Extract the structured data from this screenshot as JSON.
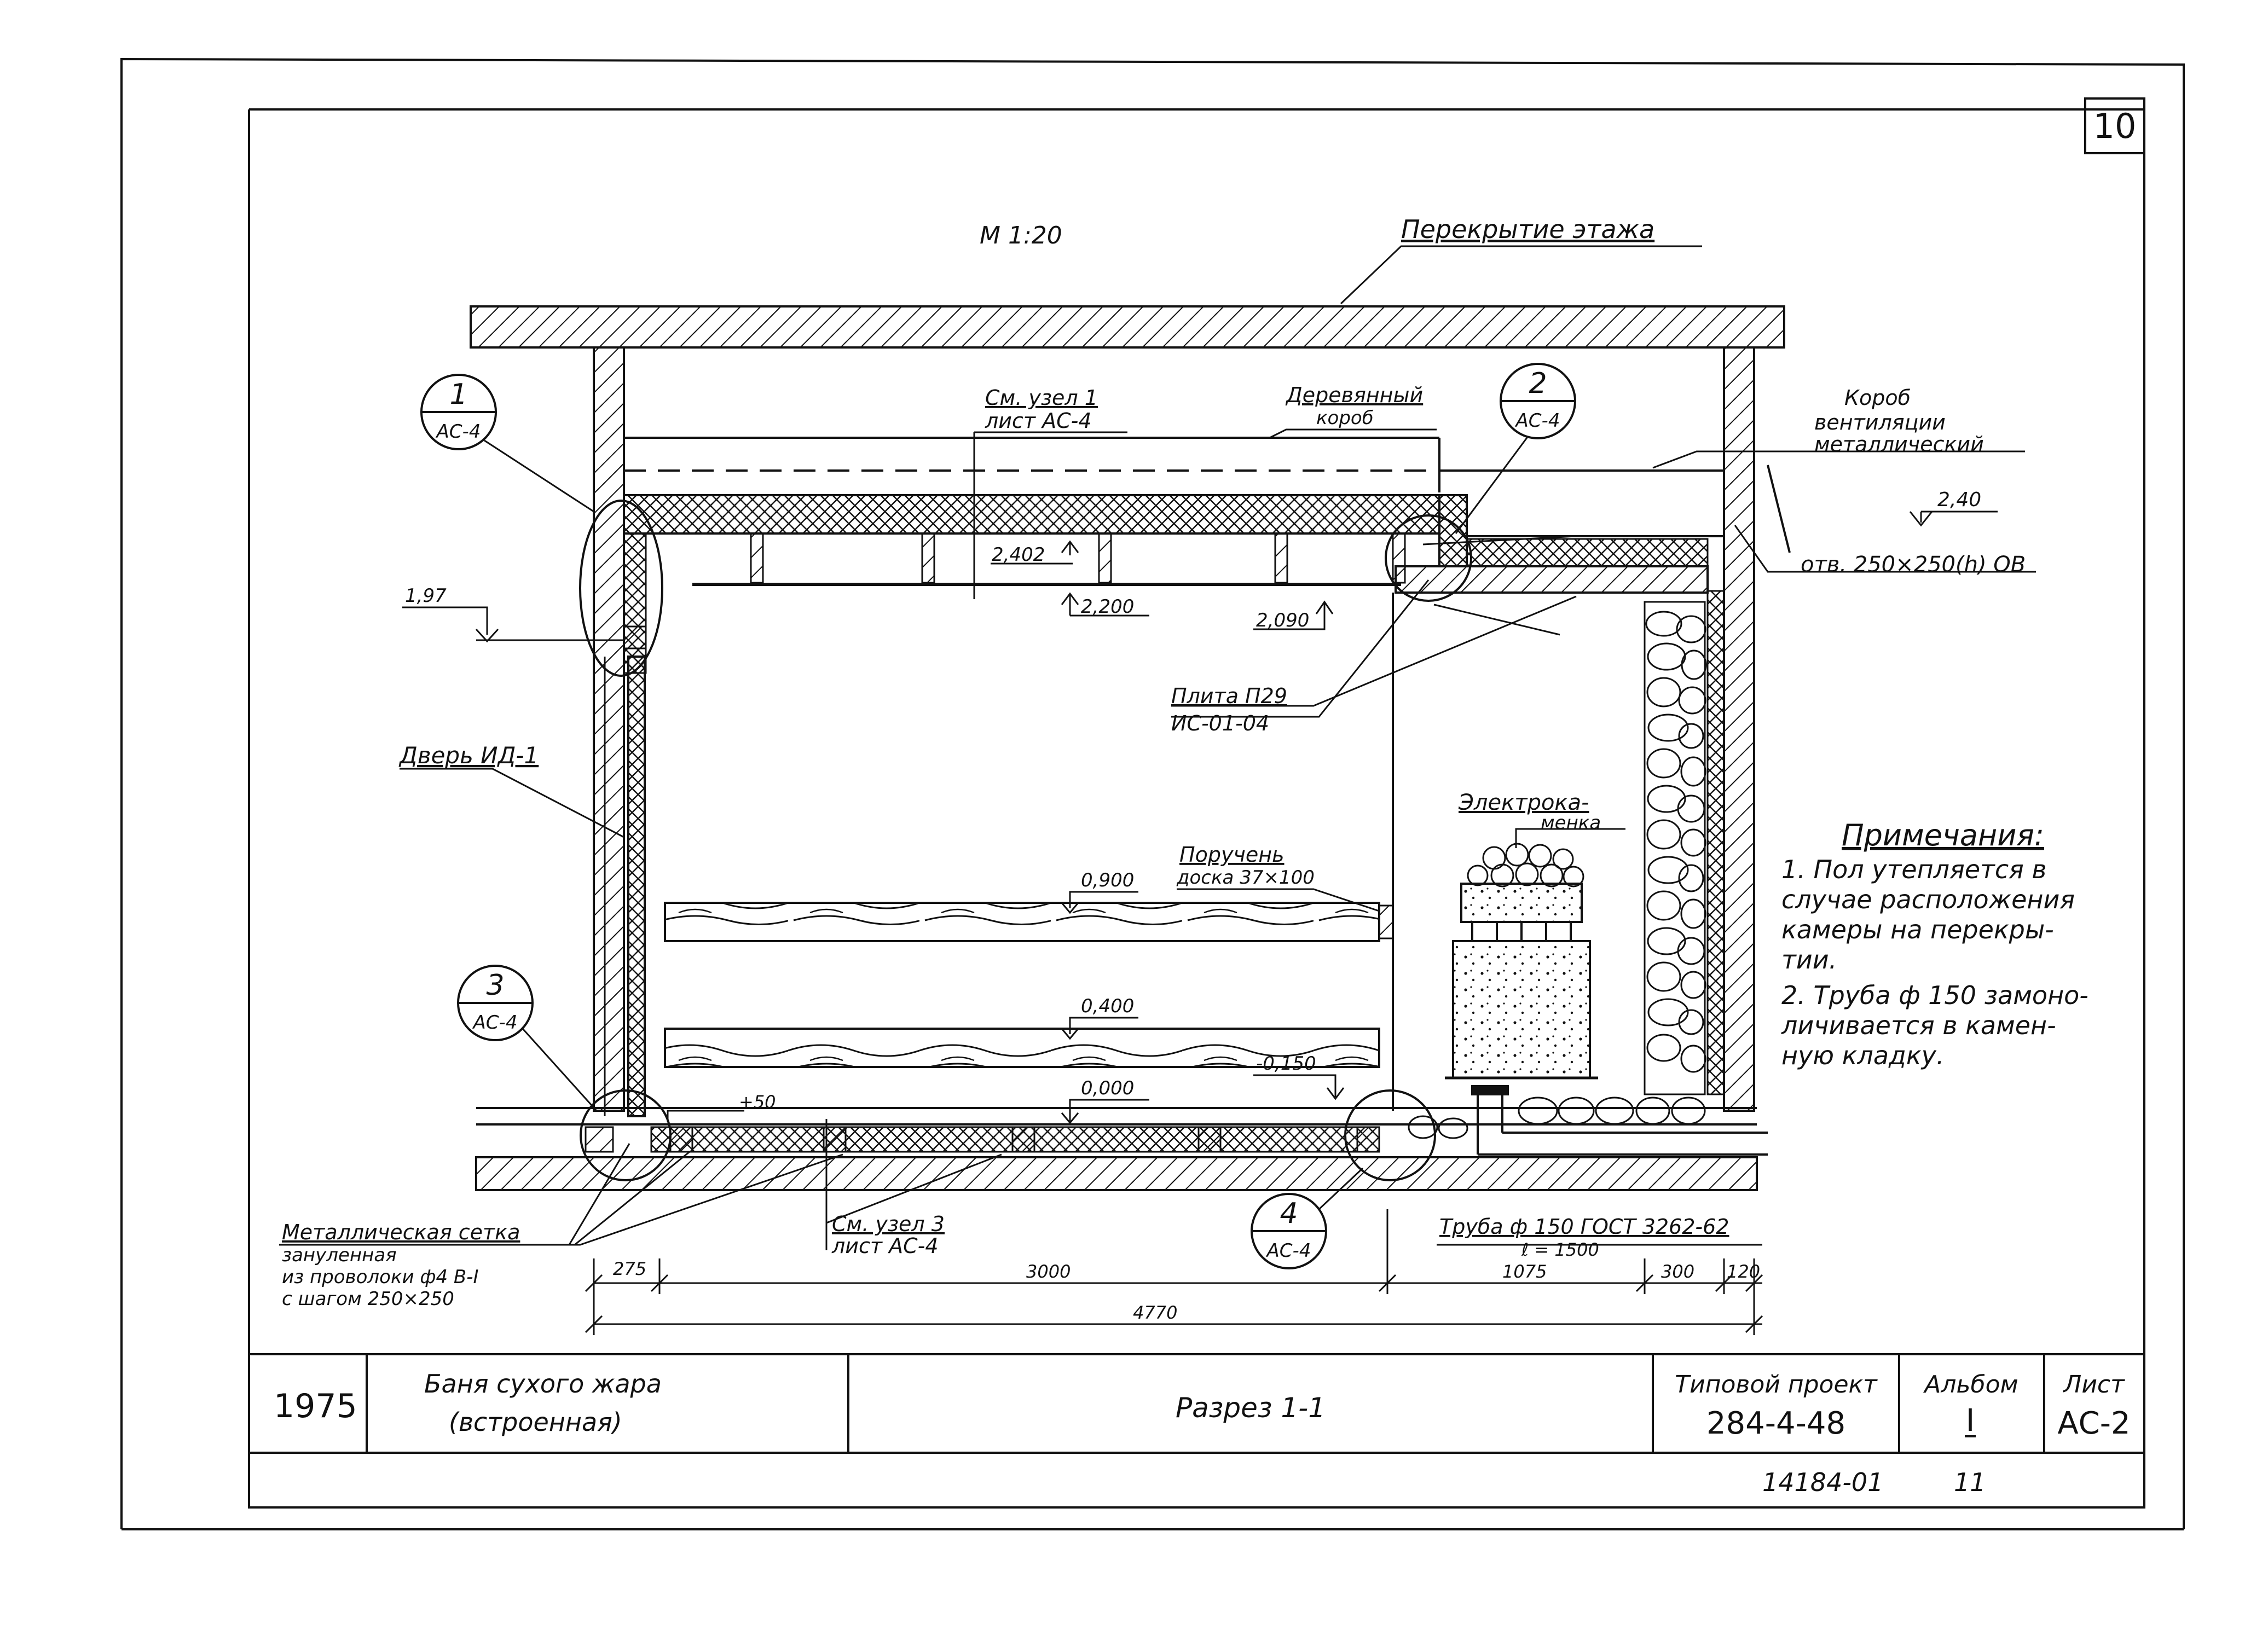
{
  "sheet_number": "10",
  "scale": "М 1:20",
  "labels": {
    "floor_slab": "Перекрытие этажа",
    "wooden_box_1": "Деревянный",
    "wooden_box_2": "короб",
    "node1_ref_1": "См. узел 1",
    "node1_ref_2": "лист АС-4",
    "vent_box_1": "Короб",
    "vent_box_2": "вентиляции",
    "vent_box_3": "металлический",
    "opening": "отв. 250×250(h) ОВ",
    "slab_p29_1": "Плита П29",
    "slab_p29_2": "ИС-01-04",
    "door": "Дверь ИД-1",
    "heater_1": "Электрока-",
    "heater_2": "менка",
    "handrail_1": "Поручень",
    "handrail_2": "доска 37×100",
    "mesh_1": "Металлическая сетка",
    "mesh_2": "зануленная",
    "mesh_3": "из проволоки ф4 В-I",
    "mesh_4": "с шагом 250×250",
    "node3_ref_1": "См. узел 3",
    "node3_ref_2": "лист АС-4",
    "pipe_1": "Труба ф 150 ГОСТ 3262-62",
    "pipe_2": "ℓ = 1500"
  },
  "callouts": [
    {
      "num": "1",
      "sheet": "АС-4"
    },
    {
      "num": "2",
      "sheet": "АС-4"
    },
    {
      "num": "3",
      "sheet": "АС-4"
    },
    {
      "num": "4",
      "sheet": "АС-4"
    }
  ],
  "elevations": {
    "e240": "2,40",
    "e2402": "2,402",
    "e2200": "2,200",
    "e2090": "2,090",
    "e197": "1,97",
    "e0900": "0,900",
    "e0400": "0,400",
    "e0000": "0,000",
    "em0150": "-0,150",
    "e50": "+50"
  },
  "dimensions": {
    "d275": "275",
    "d3000": "3000",
    "d1075": "1075",
    "d300": "300",
    "d120": "120",
    "d4770": "4770"
  },
  "notes": {
    "title": "Примечания:",
    "lines": [
      "1. Пол утепляется в",
      "случае расположения",
      "камеры на перекры-",
      "тии.",
      "2. Труба ф 150 замоно-",
      "личивается в камен-",
      "ную кладку."
    ]
  },
  "title_block": {
    "year": "1975",
    "name_1": "Баня сухого жара",
    "name_2": "(встроенная)",
    "drawing": "Разрез 1-1",
    "project_label": "Типовой проект",
    "project_number": "284-4-48",
    "album_label": "Альбом",
    "album_value": "I",
    "sheet_label": "Лист",
    "sheet_value": "АС-2",
    "archive_number": "14184-01",
    "page": "11"
  }
}
